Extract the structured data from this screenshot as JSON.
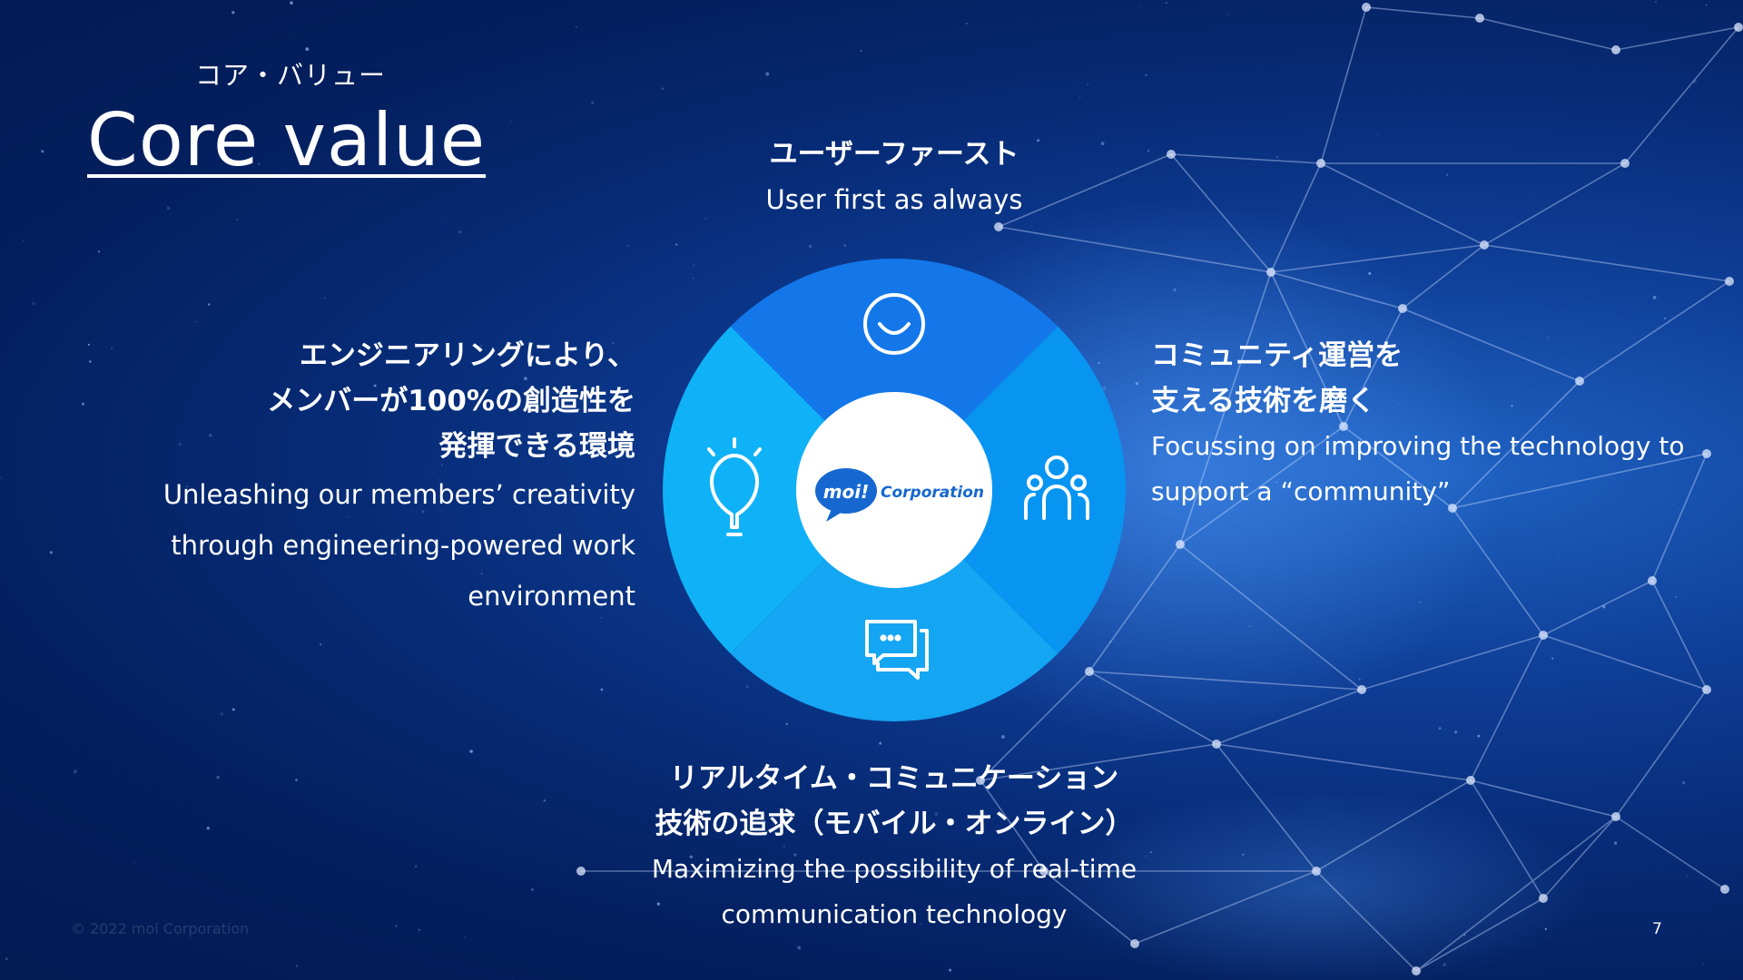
{
  "header": {
    "subtitle": "コア・バリュー",
    "title": "Core value"
  },
  "values": {
    "top": {
      "jp": "ユーザーファースト",
      "en": "User first as always",
      "icon": "smile-icon"
    },
    "left": {
      "jp_lines": [
        "エンジニアリングにより、",
        "メンバーが100%の創造性を",
        "発揮できる環境"
      ],
      "en_lines": [
        "Unleashing our members’ creativity",
        "through engineering-powered work",
        "environment"
      ],
      "icon": "lightbulb-icon"
    },
    "right": {
      "jp_lines": [
        "コミュニティ運営を",
        "支える技術を磨く"
      ],
      "en_lines": [
        "Focussing on improving the technology to",
        "support a “community”"
      ],
      "icon": "community-icon"
    },
    "bottom": {
      "jp_lines": [
        "リアルタイム・コミュニケーション",
        "技術の追求（モバイル・オンライン）"
      ],
      "en_lines": [
        "Maximizing the possibility of real-time",
        "communication technology"
      ],
      "icon": "chat-icon"
    }
  },
  "logo": {
    "mark": "moi!",
    "text": "Corporation"
  },
  "footer": {
    "copyright": "© 2022 moi Corporation",
    "page_number": "7"
  },
  "colors": {
    "segment_top": "#1377ea",
    "segment_right": "#0895f2",
    "segment_bottom": "#14a5f3",
    "segment_left": "#10b2f7",
    "logo_blue": "#1668d0"
  }
}
